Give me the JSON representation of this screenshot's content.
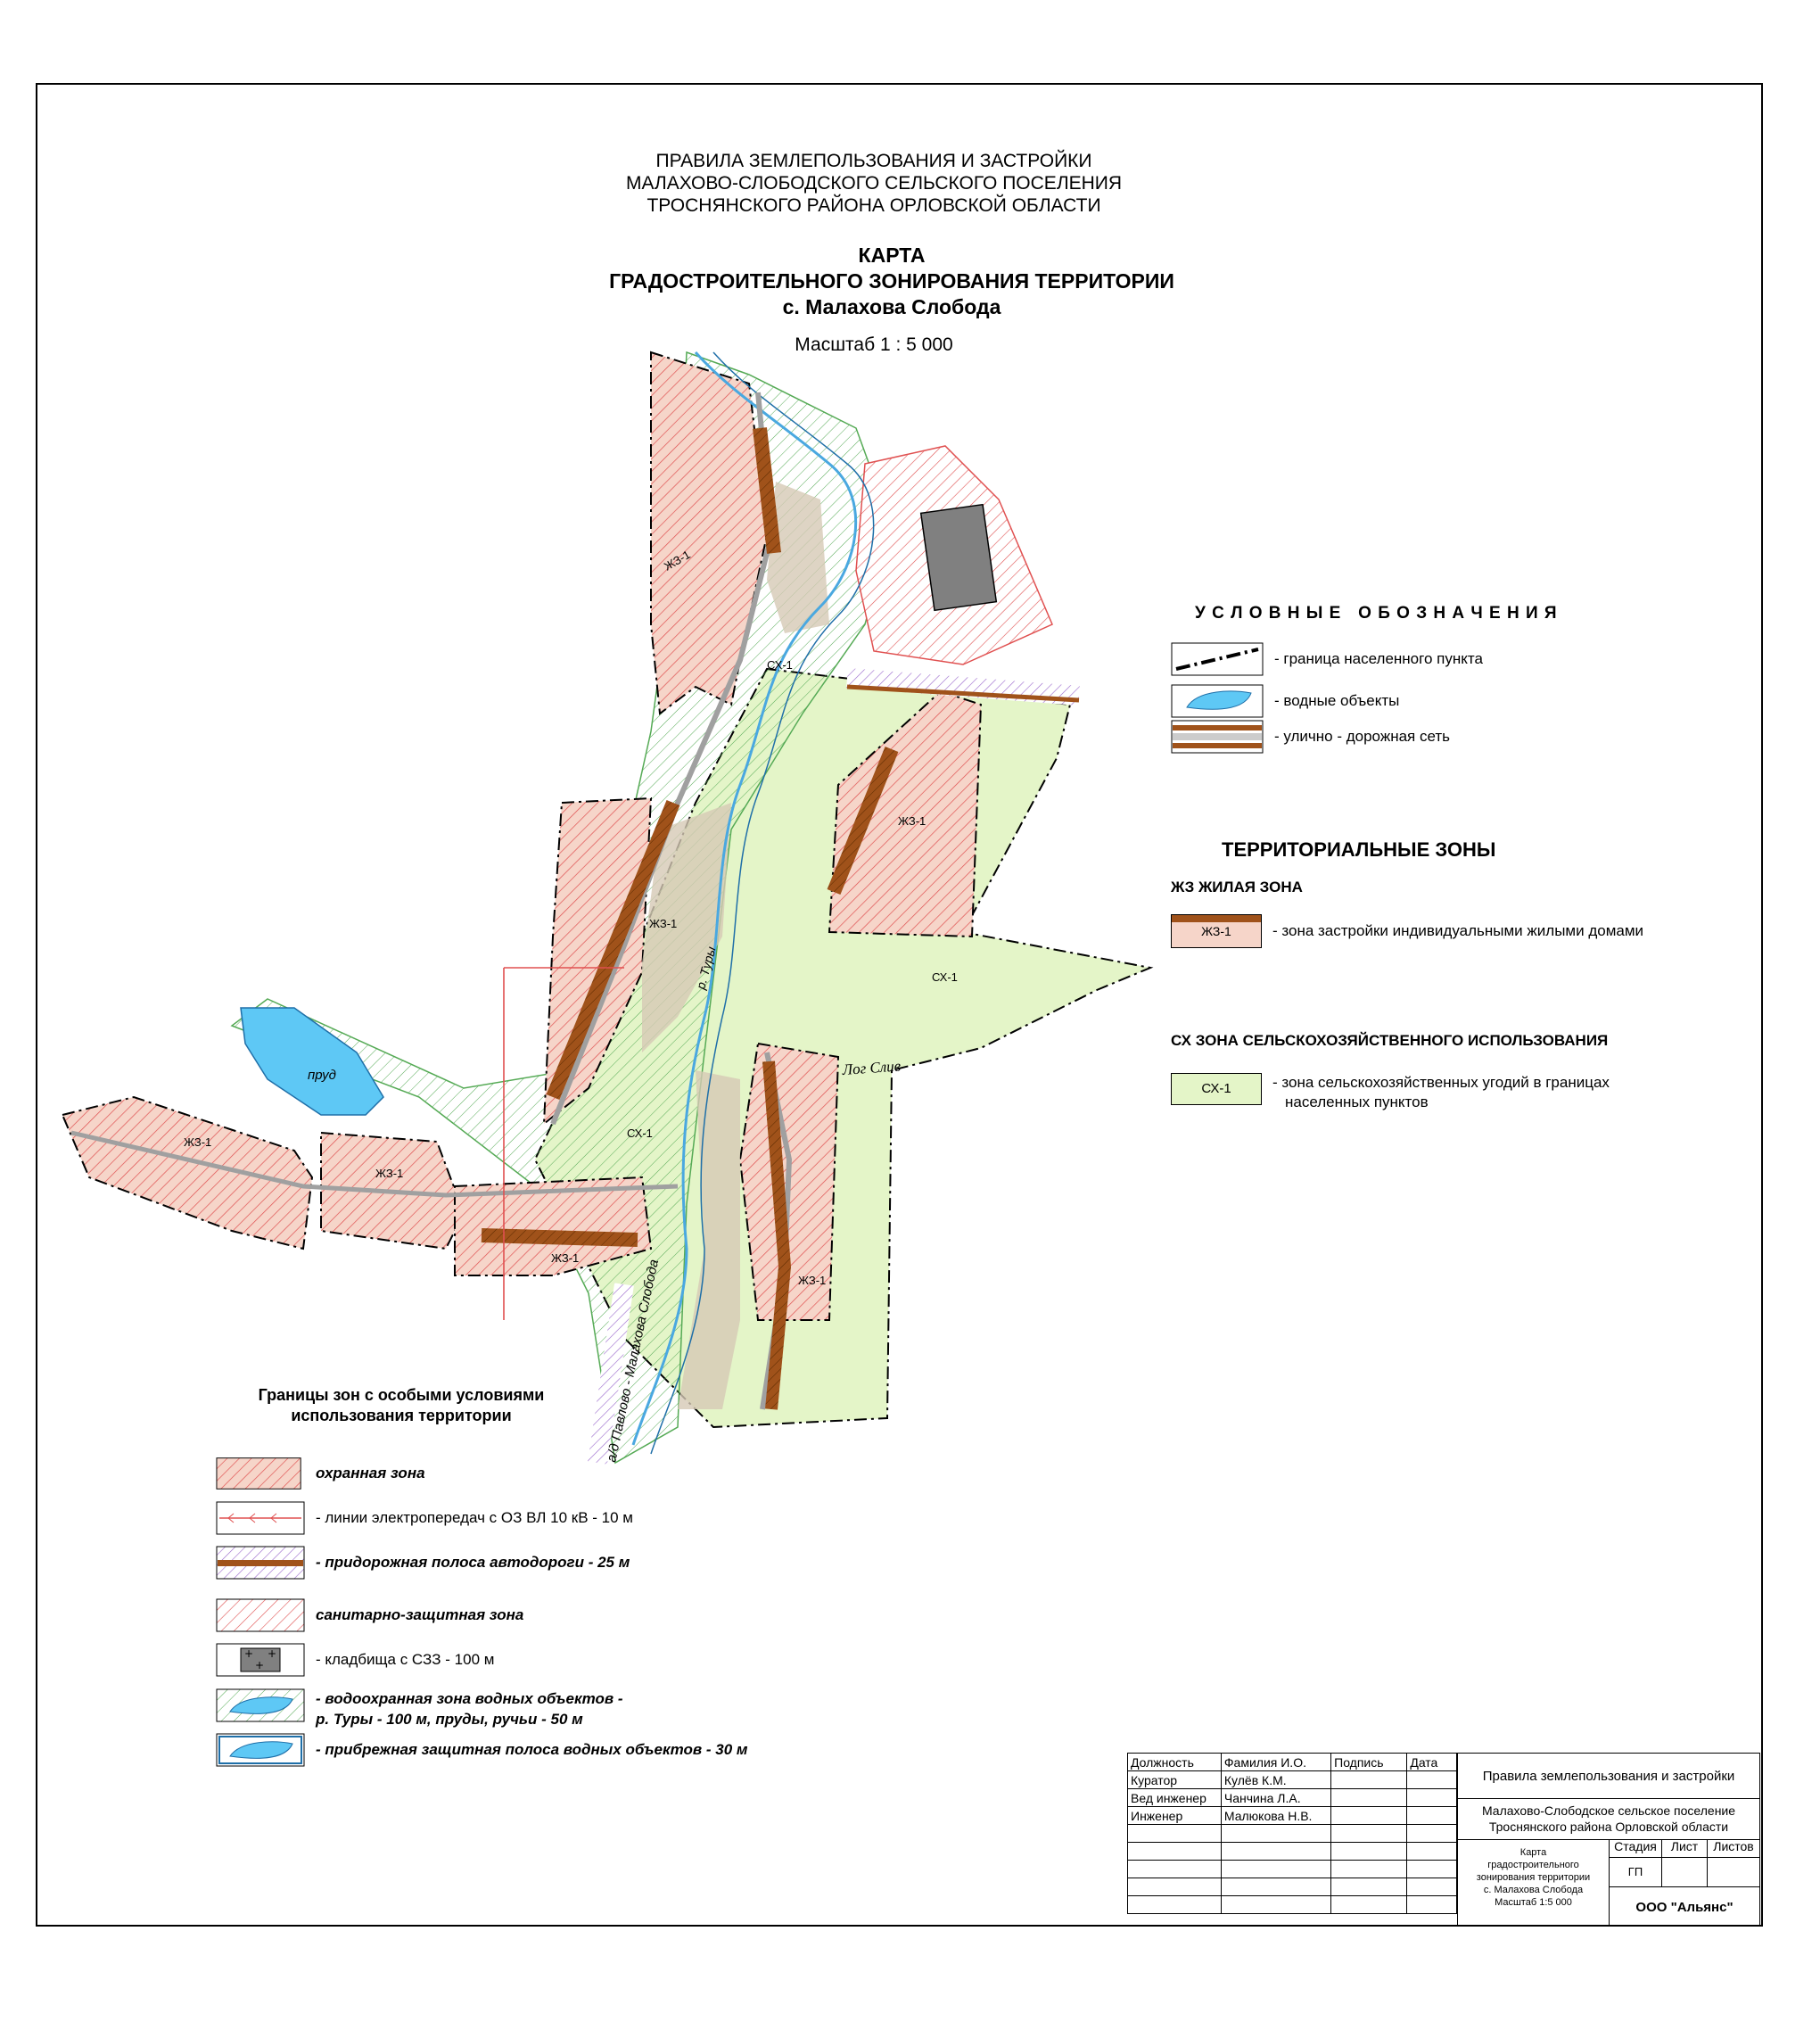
{
  "header": {
    "lines": [
      "ПРАВИЛА ЗЕМЛЕПОЛЬЗОВАНИЯ И ЗАСТРОЙКИ",
      "МАЛАХОВО-СЛОБОДСКОГО СЕЛЬСКОГО ПОСЕЛЕНИЯ",
      "ТРОСНЯНСКОГО РАЙОНА ОРЛОВСКОЙ ОБЛАСТИ"
    ],
    "title_lines": [
      "КАРТА",
      "ГРАДОСТРОИТЕЛЬНОГО ЗОНИРОВАНИЯ ТЕРРИТОРИИ",
      "с. Малахова Слобода"
    ],
    "scale": "Масштаб 1 : 5 000"
  },
  "legend": {
    "title": "У С Л О В Н Ы Е   О Б О З Н А Ч Е Н И Я",
    "items": [
      "- граница населенного пункта",
      "- водные объекты",
      "- улично - дорожная сеть"
    ]
  },
  "zones": {
    "title": "ТЕРРИТОРИАЛЬНЫЕ ЗОНЫ",
    "residential": {
      "heading": "ЖЗ ЖИЛАЯ ЗОНА",
      "code": "ЖЗ-1",
      "label": "- зона застройки индивидуальными жилыми домами"
    },
    "agricultural": {
      "heading": "СХ  ЗОНА СЕЛЬСКОХОЗЯЙСТВЕННОГО ИСПОЛЬЗОВАНИЯ",
      "code": "СХ-1",
      "label_lines": [
        "- зона сельскохозяйственных угодий в границах",
        "населенных пунктов"
      ]
    }
  },
  "special": {
    "title_lines": [
      "Границы зон с особыми условиями",
      "использования территории"
    ],
    "items": [
      "охранная зона",
      "- линии электропередач с ОЗ  ВЛ 10 кВ - 10 м",
      "- придорожная полоса автодороги  - 25 м",
      "санитарно-защитная зона",
      "- кладбища с СЗЗ - 100 м",
      "- водоохранная зона водных объектов -\nр. Туры - 100 м, пруды, ручьи - 50 м",
      "- прибрежная защитная полоса водных объектов - 30 м"
    ]
  },
  "map_labels": {
    "zh": "ЖЗ-1",
    "sx": "СХ-1",
    "pond": "пруд",
    "ravine": "Лог Слив",
    "river": "р. Туры",
    "road": "а/д Павлово - Малахова Слобода"
  },
  "stamp": {
    "header": [
      "Должность",
      "Фамилия И.О.",
      "Подпись",
      "Дата"
    ],
    "rows": [
      [
        "Куратор",
        "Кулёв К.М."
      ],
      [
        "Вед инженер",
        "Чанчина Л.А."
      ],
      [
        "Инженер",
        "Малюкова Н.В."
      ]
    ],
    "project": "Правила землепользования и застройки",
    "settlement_lines": [
      "Малахово-Слободское сельское поселение",
      "Троснянского района  Орловской области"
    ],
    "sheet_lines": [
      "Карта",
      "градостроительного",
      "зонирования территории",
      "с. Малахова Слобода",
      "Масштаб 1:5 000"
    ],
    "stage_label": "Стадия",
    "sheet_label": "Лист",
    "sheets_label": "Листов",
    "stage": "ГП",
    "company": "ООО \"Альянс\""
  },
  "colors": {
    "residential_fill": "#f6d5c9",
    "hatch_red": "#e05050",
    "road_brown": "#a0521a",
    "agri_fill": "#e4f5c8",
    "water": "#5ec8f5",
    "water_zone": "#55aa55",
    "roadside": "#9966cc",
    "cemetery": "#808080"
  }
}
